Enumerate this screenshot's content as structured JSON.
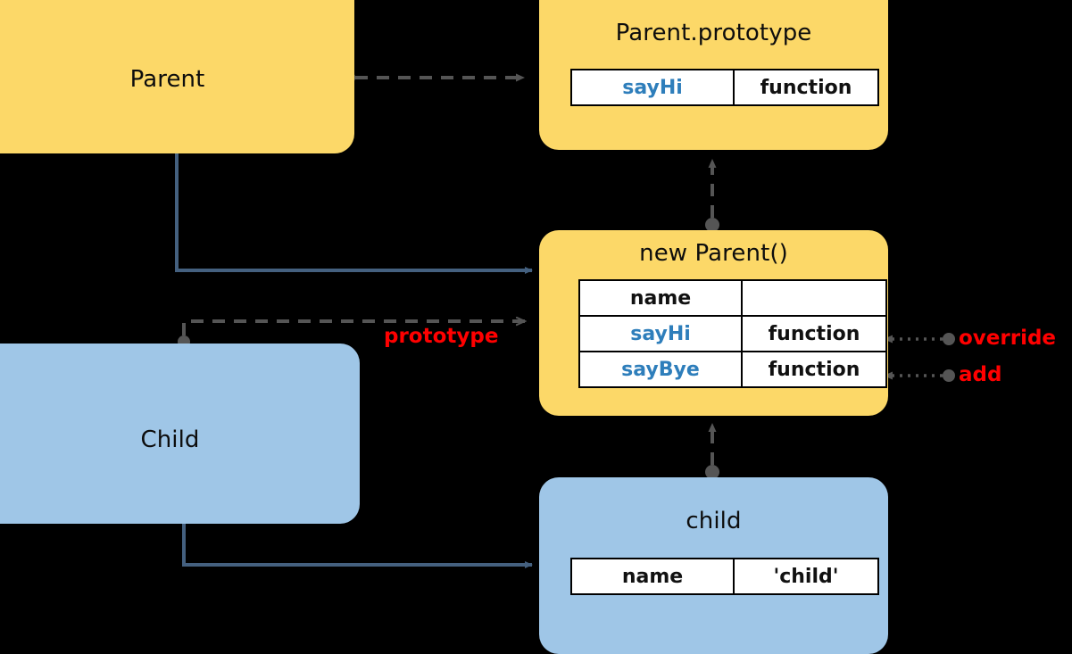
{
  "diagram": {
    "title": "JavaScript prototype inheritance diagram",
    "background": "#000000",
    "colors": {
      "parent_fill": "#FCD868",
      "child_fill": "#9FC6E7",
      "solid_arrow": "#44607F",
      "dashed_arrow": "#555555",
      "label_red": "#FF0000",
      "key_blue": "#2E7EBB",
      "table_border": "#000000",
      "table_fill": "#FFFFFF"
    },
    "nodes": {
      "parent": {
        "title": "Parent",
        "fill": "#FCD868"
      },
      "parent_prototype": {
        "title": "Parent.prototype",
        "fill": "#FCD868",
        "rows": [
          {
            "key": "sayHi",
            "value": "function",
            "key_style": "fn"
          }
        ]
      },
      "new_parent": {
        "title": "new Parent()",
        "fill": "#FCD868",
        "rows": [
          {
            "key": "name",
            "value": "",
            "key_style": "plain"
          },
          {
            "key": "sayHi",
            "value": "function",
            "key_style": "fn"
          },
          {
            "key": "sayBye",
            "value": "function",
            "key_style": "fn"
          }
        ]
      },
      "child": {
        "title": "Child",
        "fill": "#9FC6E7"
      },
      "child_instance": {
        "title": "child",
        "fill": "#9FC6E7",
        "rows": [
          {
            "key": "name",
            "value": "'child'",
            "key_style": "plain"
          }
        ]
      }
    },
    "edge_labels": {
      "prototype": "prototype",
      "override": "override",
      "add": "add"
    }
  }
}
